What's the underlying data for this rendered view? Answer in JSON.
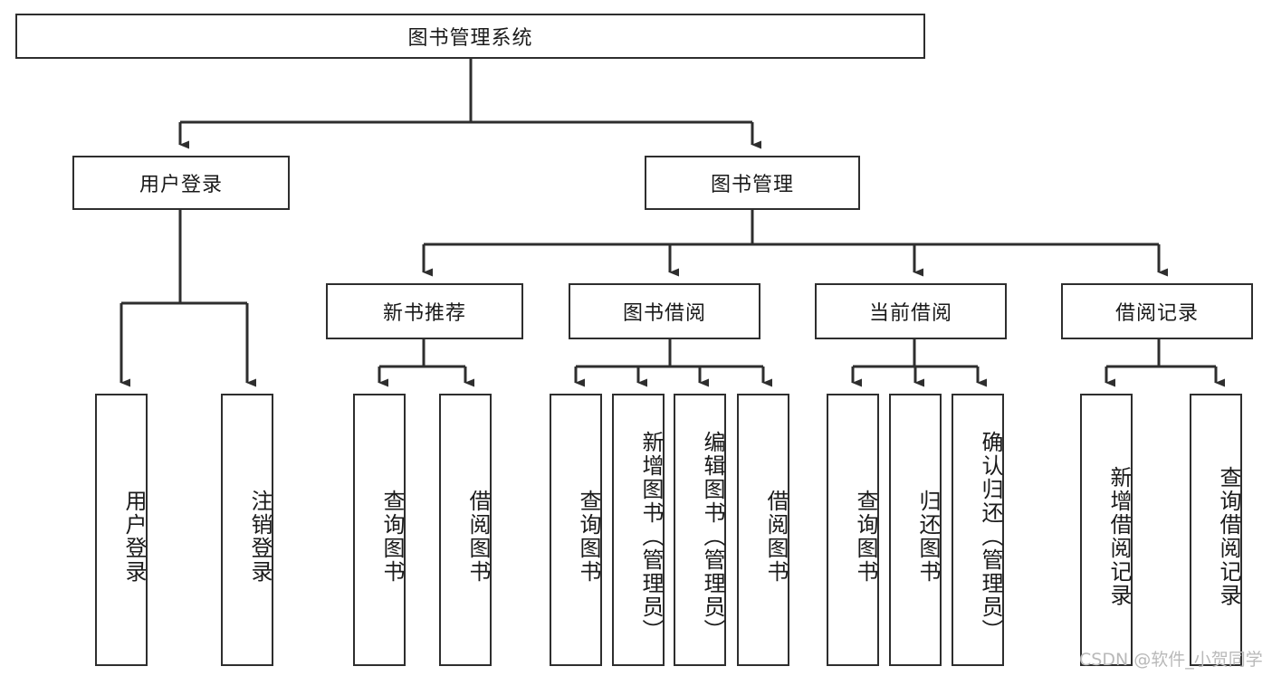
{
  "diagram": {
    "title": "图书管理系统",
    "type": "hierarchy-tree",
    "background_color": "#ffffff",
    "line_color": "#2e2e2e",
    "box_border_color": "#2e2e2e",
    "text_color": "#1a1a1a",
    "root": {
      "label": "图书管理系统"
    },
    "level2": [
      {
        "label": "用户登录"
      },
      {
        "label": "图书管理"
      }
    ],
    "level3": [
      {
        "label": "新书推荐"
      },
      {
        "label": "图书借阅"
      },
      {
        "label": "当前借阅"
      },
      {
        "label": "借阅记录"
      }
    ],
    "leaves": {
      "user_login": [
        {
          "label": "用户登录"
        },
        {
          "label": "注销登录"
        }
      ],
      "new_book_recommend": [
        {
          "label": "查询图书"
        },
        {
          "label": "借阅图书"
        }
      ],
      "book_borrow": [
        {
          "label": "查询图书"
        },
        {
          "label": "新增图书（管理员）"
        },
        {
          "label": "编辑图书（管理员）"
        },
        {
          "label": "借阅图书"
        }
      ],
      "current_borrow": [
        {
          "label": "查询图书"
        },
        {
          "label": "归还图书"
        },
        {
          "label": "确认归还（管理员）"
        }
      ],
      "borrow_record": [
        {
          "label": "新增借阅记录"
        },
        {
          "label": "查询借阅记录"
        }
      ]
    }
  },
  "watermark": {
    "text": "CSDN @软件_小贺同学"
  }
}
